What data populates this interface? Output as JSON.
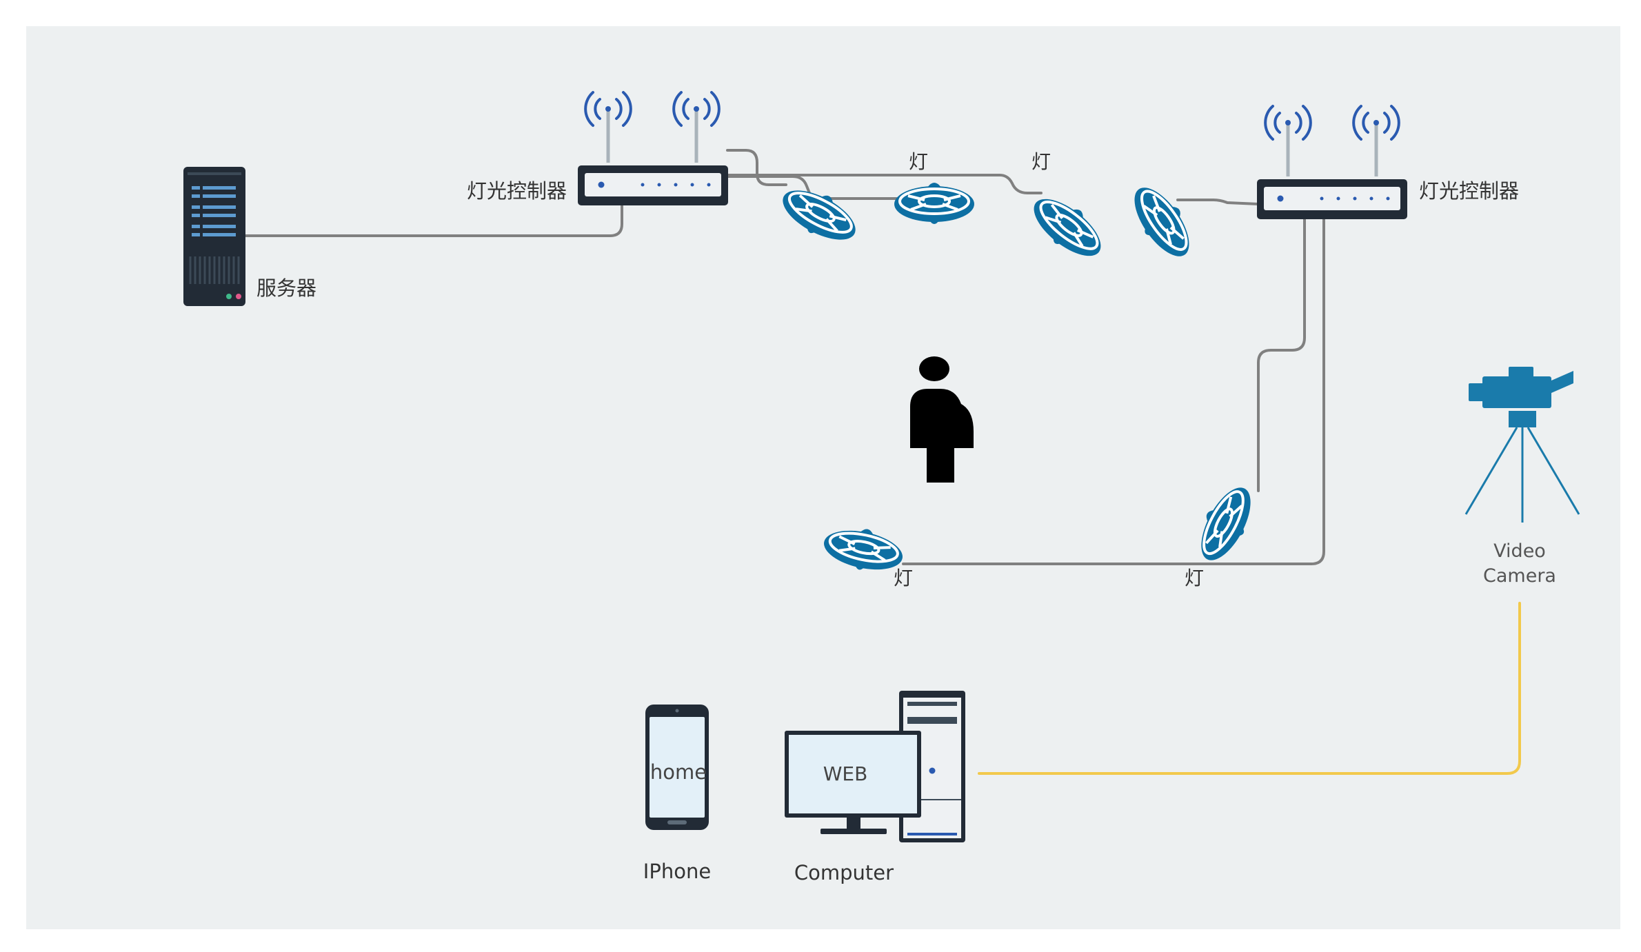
{
  "server": {
    "label": "服务器"
  },
  "controllers": [
    {
      "label": "灯光控制器"
    },
    {
      "label": "灯光控制器"
    }
  ],
  "lamps": [
    {
      "label": "灯"
    },
    {
      "label": "灯"
    },
    {
      "label": "灯"
    },
    {
      "label": "灯"
    }
  ],
  "video_camera": {
    "label_line1": "Video",
    "label_line2": "Camera"
  },
  "iphone": {
    "label": "IPhone",
    "screen_text": "home"
  },
  "computer": {
    "label": "Computer",
    "screen_text": "WEB"
  },
  "colors": {
    "background": "#edf0f1",
    "wire_gray": "#808080",
    "wire_yellow": "#f2c94c",
    "device_dark": "#222b36",
    "lamp_blue": "#0d6fa3",
    "wifi_blue": "#2a5ab0",
    "camera_blue": "#1a7bab"
  }
}
